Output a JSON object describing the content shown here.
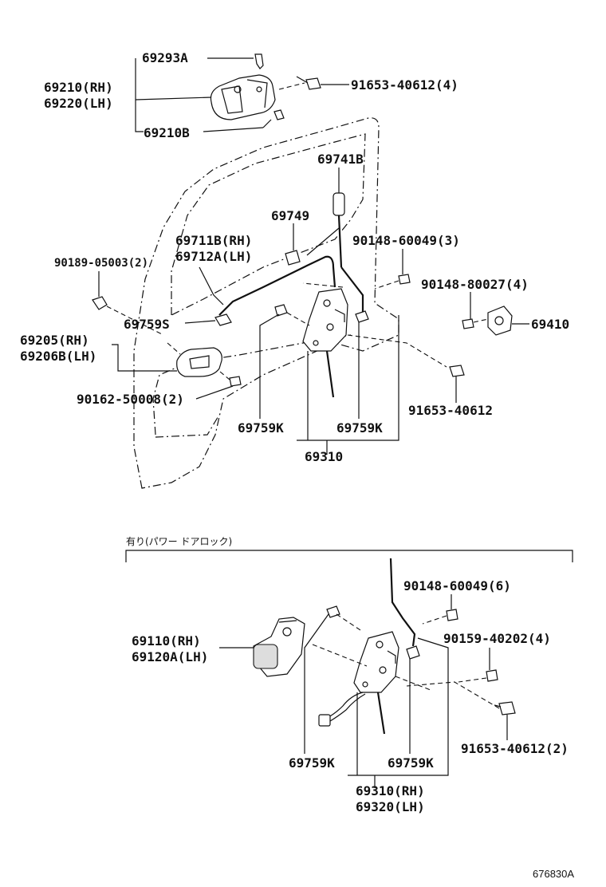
{
  "top": {
    "labels": {
      "p69293A": "69293A",
      "p69210RH": "69210(RH)",
      "p69220LH": "69220(LH)",
      "p69210B": "69210B",
      "p91653_40612_4": "91653-40612(4)",
      "p69741B": "69741B",
      "p69749": "69749",
      "p69711B": "69711B(RH)",
      "p69712A": "69712A(LH)",
      "p90148_60049_3": "90148-60049(3)",
      "p90189_05003_2": "90189-05003(2)",
      "p90148_80027_4": "90148-80027(4)",
      "p69759S": "69759S",
      "p69410": "69410",
      "p69205RH": "69205(RH)",
      "p69206BLH": "69206B(LH)",
      "p90162_50008_2": "90162-50008(2)",
      "p91653_40612": "91653-40612",
      "p69759K_a": "69759K",
      "p69759K_b": "69759K",
      "p69310": "69310"
    }
  },
  "bottom": {
    "condition": "有り(パワー ドアロック)",
    "labels": {
      "p90148_60049_6": "90148-60049(6)",
      "p69110RH": "69110(RH)",
      "p69120ALH": "69120A(LH)",
      "p90159_40202_4": "90159-40202(4)",
      "p91653_40612_2": "91653-40612(2)",
      "p69759K_c": "69759K",
      "p69759K_d": "69759K",
      "p69310RH": "69310(RH)",
      "p69320LH": "69320(LH)"
    }
  },
  "reference": "676830A"
}
